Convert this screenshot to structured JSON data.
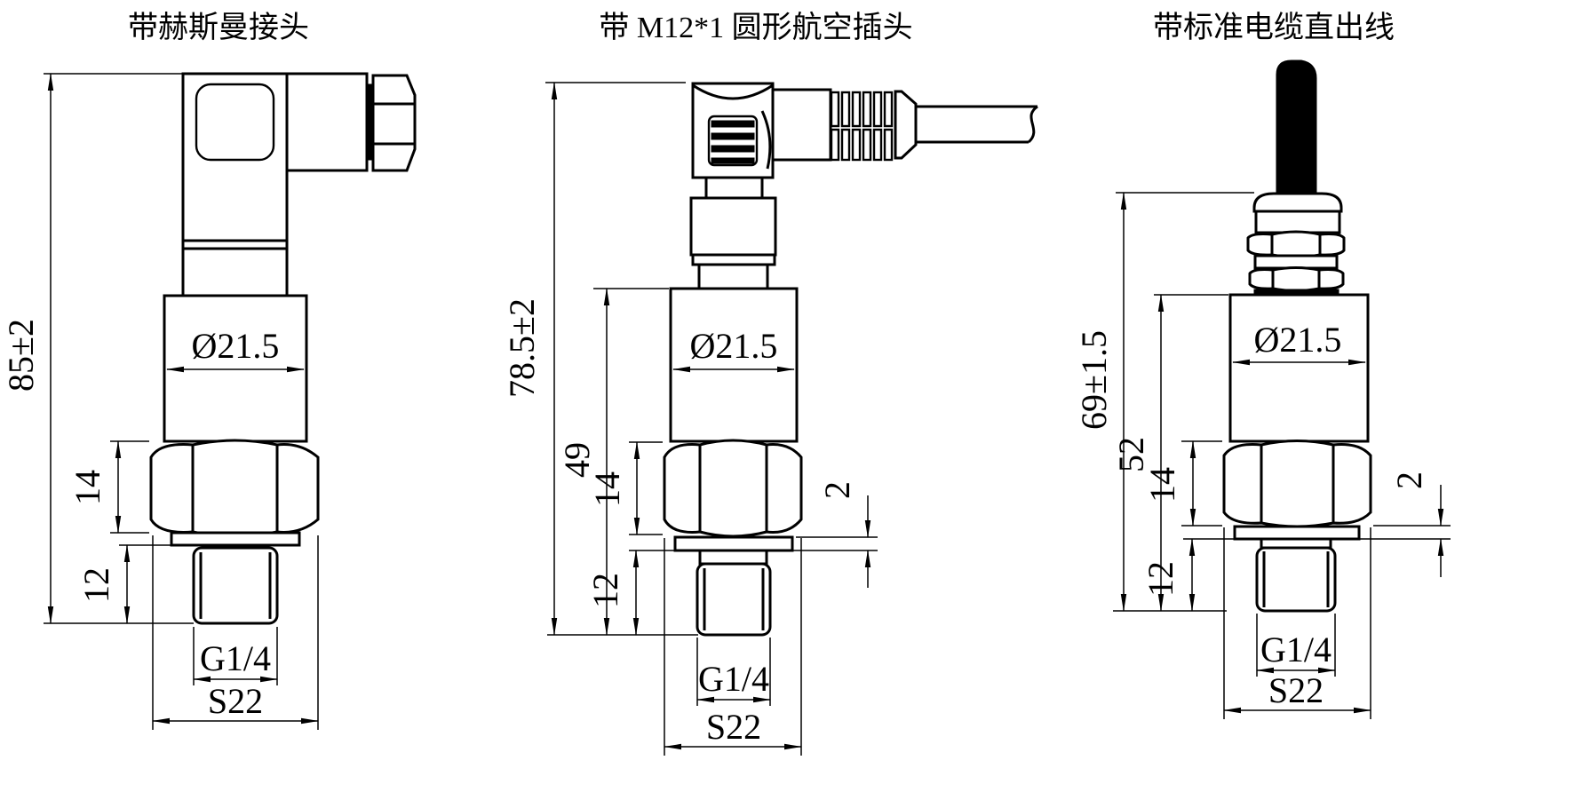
{
  "colors": {
    "background": "#ffffff",
    "line": "#000000"
  },
  "figures": [
    {
      "id": "hirschmann",
      "title": "带赫斯曼接头",
      "dims": {
        "overall_height": "85±2",
        "body_diameter": "Ø21.5",
        "hex_height": "14",
        "thread_length": "12",
        "thread_spec": "G1/4",
        "wrench_size": "S22"
      }
    },
    {
      "id": "m12-aviation-plug",
      "title": "带 M12*1 圆形航空插头",
      "dims": {
        "overall_height": "78.5±2",
        "body_height": "49",
        "body_diameter": "Ø21.5",
        "hex_height": "14",
        "thread_length": "12",
        "washer_thickness": "2",
        "thread_spec": "G1/4",
        "wrench_size": "S22"
      }
    },
    {
      "id": "standard-cable",
      "title": "带标准电缆直出线",
      "dims": {
        "overall_height": "69±1.5",
        "body_height": "52",
        "body_diameter": "Ø21.5",
        "hex_height": "14",
        "thread_length": "12",
        "washer_thickness": "2",
        "thread_spec": "G1/4",
        "wrench_size": "S22"
      }
    }
  ]
}
